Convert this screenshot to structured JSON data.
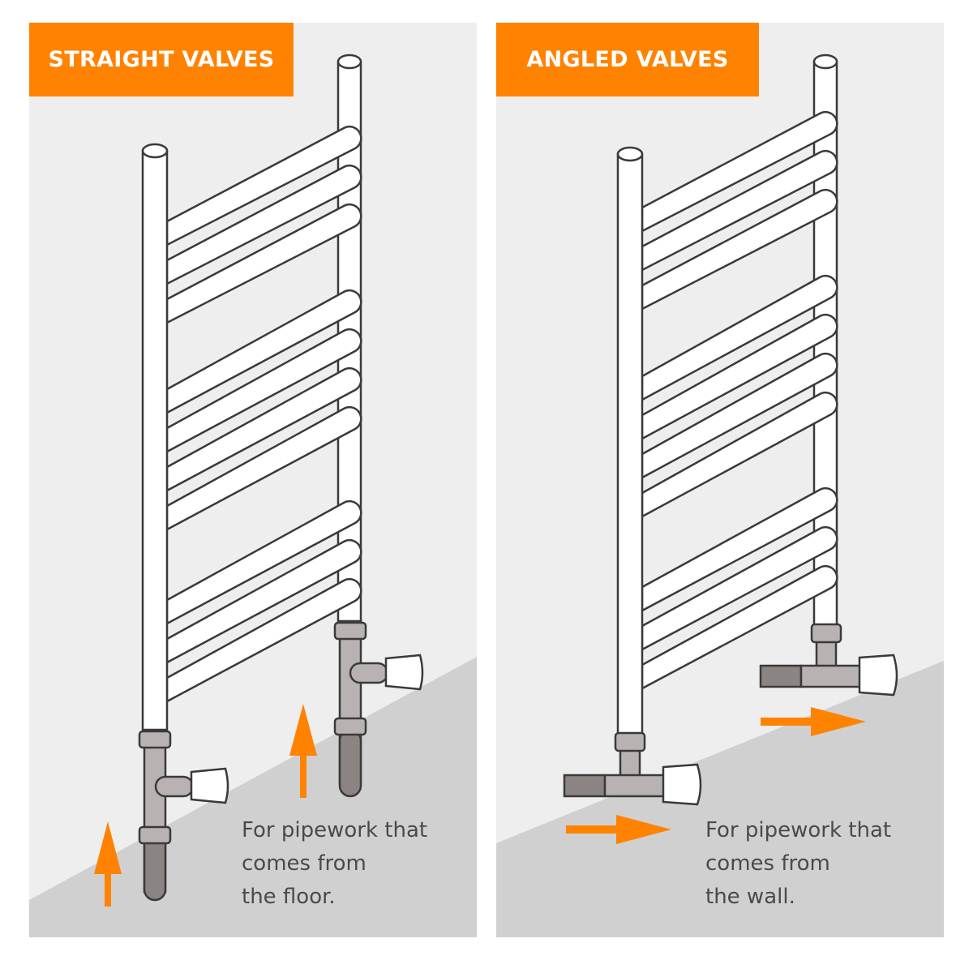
{
  "colors": {
    "accent_orange": "#ff8200",
    "wall": "#eeeeee",
    "floor": "#d0d0d0",
    "pipe_white": "#ffffff",
    "valve_body": "#b8b2b2",
    "pipe_supply": "#8a8482",
    "outline": "#3a3a3a",
    "caption_text": "#4a4a4a"
  },
  "panels": [
    {
      "id": "straight",
      "title": "STRAIGHT VALVES",
      "caption_lines": [
        "For pipework that",
        "comes from",
        "the floor."
      ],
      "arrow_direction": "up",
      "icon": "straight-valve-icon"
    },
    {
      "id": "angled",
      "title": "ANGLED VALVES",
      "caption_lines": [
        "For pipework that",
        "comes from",
        "the wall."
      ],
      "arrow_direction": "right",
      "icon": "angled-valve-icon"
    }
  ]
}
